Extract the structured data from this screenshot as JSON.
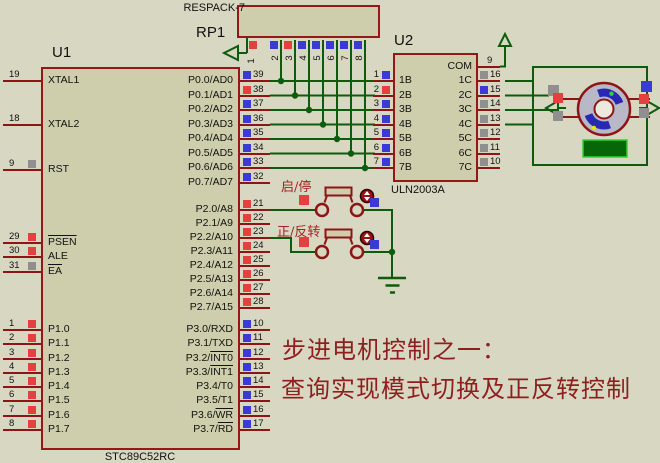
{
  "schematic": {
    "u1": {
      "ref": "U1",
      "part": "STC89C52RC",
      "left_pins": [
        {
          "num": "19",
          "name": "XTAL1",
          "sq": null
        },
        {
          "num": "18",
          "name": "XTAL2",
          "sq": null
        },
        {
          "num": "9",
          "name": "RST",
          "sq": "gray"
        },
        {
          "num": "29",
          "name": "PSEN",
          "ol": "PSEN",
          "sq": "red"
        },
        {
          "num": "30",
          "name": "ALE",
          "sq": "red"
        },
        {
          "num": "31",
          "name": "EA",
          "ol": "EA",
          "sq": "gray"
        },
        {
          "num": "1",
          "name": "P1.0",
          "sq": "red"
        },
        {
          "num": "2",
          "name": "P1.1",
          "sq": "red"
        },
        {
          "num": "3",
          "name": "P1.2",
          "sq": "red"
        },
        {
          "num": "4",
          "name": "P1.3",
          "sq": "red"
        },
        {
          "num": "5",
          "name": "P1.4",
          "sq": "red"
        },
        {
          "num": "6",
          "name": "P1.5",
          "sq": "red"
        },
        {
          "num": "7",
          "name": "P1.6",
          "sq": "red"
        },
        {
          "num": "8",
          "name": "P1.7",
          "sq": "red"
        }
      ],
      "right_pins": [
        {
          "num": "39",
          "name": "P0.0/AD0",
          "sq": "blue"
        },
        {
          "num": "38",
          "name": "P0.1/AD1",
          "sq": "red"
        },
        {
          "num": "37",
          "name": "P0.2/AD2",
          "sq": "blue"
        },
        {
          "num": "36",
          "name": "P0.3/AD3",
          "sq": "blue"
        },
        {
          "num": "35",
          "name": "P0.4/AD4",
          "sq": "blue"
        },
        {
          "num": "34",
          "name": "P0.5/AD5",
          "sq": "blue"
        },
        {
          "num": "33",
          "name": "P0.6/AD6",
          "sq": "blue"
        },
        {
          "num": "32",
          "name": "P0.7/AD7",
          "sq": "blue"
        },
        {
          "num": "21",
          "name": "P2.0/A8",
          "sq": "red"
        },
        {
          "num": "22",
          "name": "P2.1/A9",
          "sq": "red"
        },
        {
          "num": "23",
          "name": "P2.2/A10",
          "sq": "red"
        },
        {
          "num": "24",
          "name": "P2.3/A11",
          "sq": "red"
        },
        {
          "num": "25",
          "name": "P2.4/A12",
          "sq": "red"
        },
        {
          "num": "26",
          "name": "P2.5/A13",
          "sq": "red"
        },
        {
          "num": "27",
          "name": "P2.6/A14",
          "sq": "red"
        },
        {
          "num": "28",
          "name": "P2.7/A15",
          "sq": "red"
        },
        {
          "num": "10",
          "name": "P3.0/RXD",
          "sq": "blue"
        },
        {
          "num": "11",
          "name": "P3.1/TXD",
          "sq": "blue"
        },
        {
          "num": "12",
          "name": "P3.2/INT0",
          "ol": "INT0",
          "sq": "blue"
        },
        {
          "num": "13",
          "name": "P3.3/INT1",
          "ol": "INT1",
          "sq": "blue"
        },
        {
          "num": "14",
          "name": "P3.4/T0",
          "sq": "blue"
        },
        {
          "num": "15",
          "name": "P3.5/T1",
          "sq": "blue"
        },
        {
          "num": "16",
          "name": "P3.6/WR",
          "ol": "WR",
          "sq": "blue"
        },
        {
          "num": "17",
          "name": "P3.7/RD",
          "ol": "RD",
          "sq": "blue"
        }
      ]
    },
    "rp1": {
      "ref": "RP1",
      "part": "RESPACK-7",
      "pins": [
        {
          "num": "1",
          "sq": "red"
        },
        {
          "num": "2",
          "sq": "blue"
        },
        {
          "num": "3",
          "sq": "red"
        },
        {
          "num": "4",
          "sq": "blue"
        },
        {
          "num": "5",
          "sq": "blue"
        },
        {
          "num": "6",
          "sq": "blue"
        },
        {
          "num": "7",
          "sq": "blue"
        },
        {
          "num": "8",
          "sq": "blue"
        }
      ]
    },
    "u2": {
      "ref": "U2",
      "part": "ULN2003A",
      "left_pins": [
        {
          "num": "1",
          "name": "1B",
          "sq": "blue"
        },
        {
          "num": "2",
          "name": "2B",
          "sq": "red"
        },
        {
          "num": "3",
          "name": "3B",
          "sq": "blue"
        },
        {
          "num": "4",
          "name": "4B",
          "sq": "blue"
        },
        {
          "num": "5",
          "name": "5B",
          "sq": "blue"
        },
        {
          "num": "6",
          "name": "6B",
          "sq": "blue"
        },
        {
          "num": "7",
          "name": "7B",
          "sq": "blue"
        }
      ],
      "right_pins": [
        {
          "num": "9",
          "name": "COM",
          "sq": null
        },
        {
          "num": "16",
          "name": "1C",
          "sq": "gray"
        },
        {
          "num": "15",
          "name": "2C",
          "sq": "blue"
        },
        {
          "num": "14",
          "name": "3C",
          "sq": "gray"
        },
        {
          "num": "13",
          "name": "4C",
          "sq": "gray"
        },
        {
          "num": "12",
          "name": "5C",
          "sq": "gray"
        },
        {
          "num": "11",
          "name": "6C",
          "sq": "gray"
        },
        {
          "num": "10",
          "name": "7C",
          "sq": "gray"
        }
      ]
    },
    "motor": {
      "pads": [
        "gray",
        "red",
        "gray",
        "blue",
        "red",
        "gray"
      ]
    },
    "buttons": [
      {
        "label": "启/停",
        "pads": [
          "red",
          "blue"
        ]
      },
      {
        "label": "正/反转",
        "pads": [
          "red",
          "blue"
        ]
      }
    ],
    "annotation": {
      "line1": "步进电机控制之一：",
      "line2": "查询实现模式切换及正反转控制"
    },
    "colors": {
      "background": "#d8d7c2",
      "component_fill": "#cfceac",
      "component_border": "#951717",
      "pin": "#8e1515",
      "wire": "#0d5c0d",
      "state_low_blue": "#3a3ad6",
      "state_high_red": "#e54040",
      "state_float_gray": "#8f8f8f",
      "annotation_red": "#8e1f1f",
      "motor_body": "#b8b8c6",
      "motor_coil": "#2828b4",
      "motor_dot_green": "#2fd42f",
      "motor_dot_yellow": "#e8e800",
      "motor_plate_green": "#076607"
    }
  }
}
